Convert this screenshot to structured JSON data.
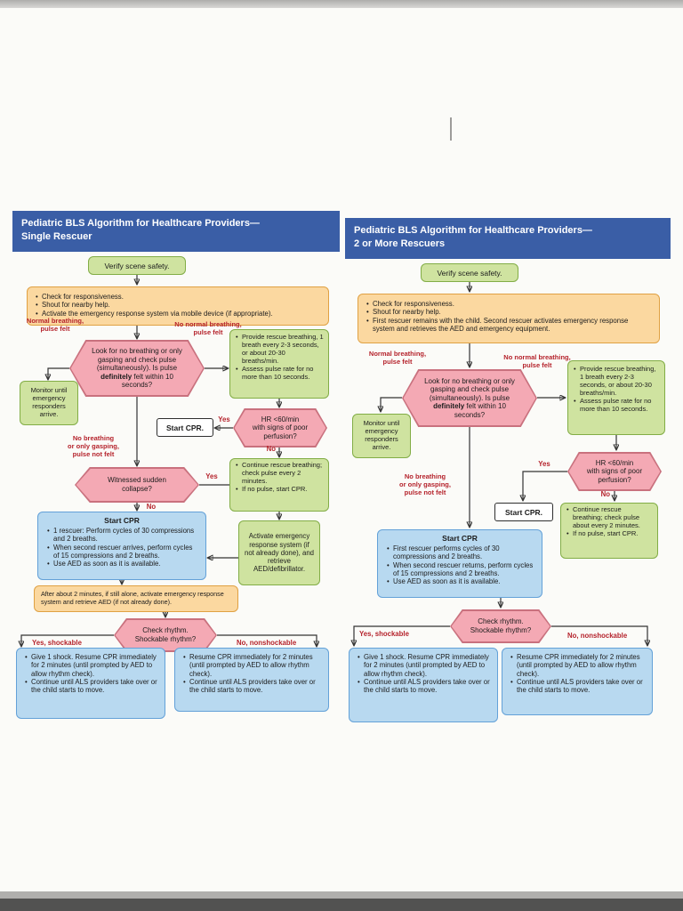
{
  "left": {
    "title_line1": "Pediatric BLS Algorithm for Healthcare Providers—",
    "title_line2": "Single Rescuer",
    "verify": "Verify scene safety.",
    "assess_items": [
      "Check for responsiveness.",
      "Shout for nearby help.",
      "Activate the emergency response system via mobile device (if appropriate)."
    ],
    "label_normal": "Normal breathing,\npulse felt",
    "label_no_normal": "No normal breathing,\npulse felt",
    "pulse_q1": "Look for no breathing or only gasping and check pulse (simultaneously). Is pulse ",
    "pulse_q_bold": "definitely",
    "pulse_q2": " felt within 10 seconds?",
    "monitor": "Monitor until emergency responders arrive.",
    "rescue_items": [
      "Provide rescue breathing, 1 breath every 2-3 seconds, or about 20-30 breaths/min.",
      "Assess pulse rate for no more than 10 seconds."
    ],
    "yes_label": "Yes",
    "no_label": "No",
    "start_cpr_small": "Start CPR.",
    "hr_question": "HR <60/min\nwith signs of poor\nperfusion?",
    "continue_items": [
      "Continue rescue breathing; check pulse every 2 minutes.",
      "If no pulse, start CPR."
    ],
    "label_no_breathing": "No breathing\nor only gasping,\npulse not felt",
    "witnessed_q": "Witnessed sudden\ncollapse?",
    "cpr_title": "Start CPR",
    "cpr_items": [
      "1 rescuer: Perform cycles of 30 compressions and 2 breaths.",
      "When second rescuer arrives, perform cycles of 15 compressions and 2 breaths.",
      "Use AED as soon as it is available."
    ],
    "activate_ers": "Activate emergency response system (if not already done), and retrieve AED/defibrillator.",
    "after_2min": "After about 2 minutes, if still alone, activate emergency response system and retrieve AED (if not already done).",
    "rhythm_q": "Check rhythm.\nShockable rhythm?",
    "label_shockable": "Yes, shockable",
    "label_nonshockable": "No, nonshockable",
    "shock_items": [
      "Give 1 shock. Resume CPR immediately for 2 minutes (until prompted by AED to allow rhythm check).",
      "Continue until ALS providers take over or the child starts to move."
    ],
    "noshock_items": [
      "Resume CPR immediately for 2 minutes (until prompted by AED to allow rhythm check).",
      "Continue until ALS providers take over or the child starts to move."
    ]
  },
  "right": {
    "title_line1": "Pediatric BLS Algorithm for Healthcare Providers—",
    "title_line2": "2 or More Rescuers",
    "verify": "Verify scene safety.",
    "assess_items": [
      "Check for responsiveness.",
      "Shout for nearby help.",
      "First rescuer remains with the child. Second rescuer activates emergency response system and retrieves the AED and emergency equipment."
    ],
    "label_normal": "Normal breathing,\npulse felt",
    "label_no_normal": "No normal breathing,\npulse felt",
    "pulse_q1": "Look for no breathing or only gasping and check pulse (simultaneously). Is pulse ",
    "pulse_q_bold": "definitely",
    "pulse_q2": " felt within 10 seconds?",
    "monitor": "Monitor until emergency responders arrive.",
    "rescue_items": [
      "Provide rescue breathing, 1 breath every 2-3 seconds, or about 20-30 breaths/min.",
      "Assess pulse rate for no more than 10 seconds."
    ],
    "yes_label": "Yes",
    "no_label": "No",
    "start_cpr_small": "Start CPR.",
    "hr_question": "HR <60/min\nwith signs of poor\nperfusion?",
    "continue_items": [
      "Continue rescue breathing; check pulse about every 2 minutes.",
      "If no pulse, start CPR."
    ],
    "label_no_breathing": "No breathing\nor only gasping,\npulse not felt",
    "cpr_title": "Start CPR",
    "cpr_items": [
      "First rescuer performs cycles of 30 compressions and 2 breaths.",
      "When second rescuer returns, perform cycles of 15 compressions and 2 breaths.",
      "Use AED as soon as it is available."
    ],
    "rhythm_q": "Check rhythm.\nShockable rhythm?",
    "label_shockable": "Yes, shockable",
    "label_nonshockable": "No, nonshockable",
    "shock_items": [
      "Give 1 shock. Resume CPR immediately for 2 minutes (until prompted by AED to allow rhythm check).",
      "Continue until ALS providers take over or the child starts to move."
    ],
    "noshock_items": [
      "Resume CPR immediately for 2 minutes (until prompted by AED to allow rhythm check).",
      "Continue until ALS providers take over or the child starts to move."
    ]
  }
}
